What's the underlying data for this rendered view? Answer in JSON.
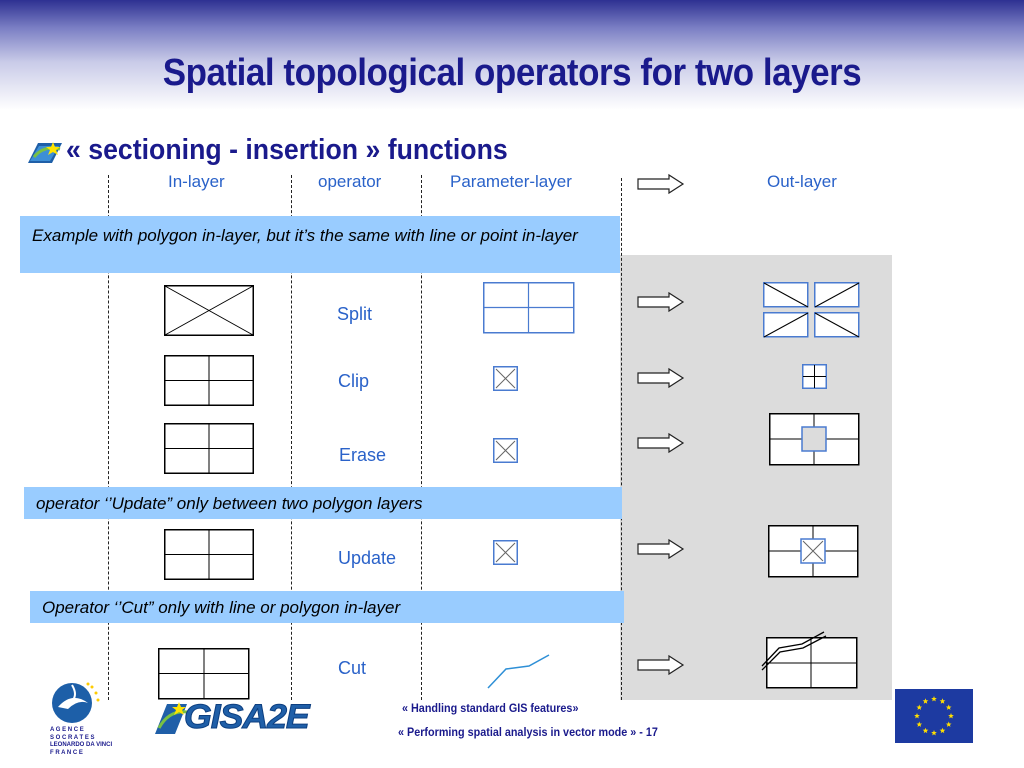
{
  "slide": {
    "title": "Spatial topological operators for two layers",
    "subtitle": "« sectioning - insertion » functions"
  },
  "columns": {
    "in_layer": "In-layer",
    "operator": "operator",
    "parameter_layer": "Parameter-layer",
    "out_layer": "Out-layer"
  },
  "notes": {
    "polygon_example": "Example with polygon in-layer, but it’s the same with line or point in-layer",
    "update_note": "operator ‘’Update” only between two polygon layers",
    "cut_note": "Operator ‘’Cut” only with line or polygon in-layer"
  },
  "operators": [
    "Split",
    "Clip",
    "Erase",
    "Update",
    "Cut"
  ],
  "logos": {
    "agency": [
      "A G E N C E",
      "S O C R A T E S",
      "LEONARDO DA VINCI",
      "F R A N C E"
    ],
    "gisa": "GISA2E"
  },
  "footer": {
    "line1": "«  Handling standard GIS features»",
    "line2": "« Performing spatial analysis in vector mode » - 17"
  },
  "colors": {
    "title": "#1a1a8c",
    "accent": "#2a62c9",
    "band": "#99ccff",
    "panel": "#dcdcdc"
  },
  "icons": [
    "gisa-bullet-icon",
    "right-arrow-icon",
    "socrates-logo-icon",
    "gisa2e-logo-icon",
    "eu-flag-icon"
  ]
}
